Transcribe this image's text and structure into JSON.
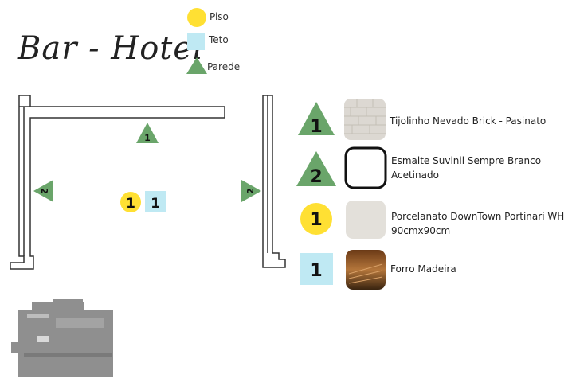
{
  "title": "Bar - Hotel",
  "legend": {
    "piso": "Piso",
    "teto": "Teto",
    "parede": "Parede"
  },
  "plan_markers": {
    "wall_top": "1",
    "wall_left": "2",
    "wall_right": "2",
    "floor": "1",
    "ceiling": "1"
  },
  "materials": [
    {
      "badge": "1",
      "kind": "parede",
      "label": "Tijolinho Nevado Brick - Pasinato"
    },
    {
      "badge": "2",
      "kind": "parede",
      "label": "Esmalte Suvinil Sempre Branco Acetinado"
    },
    {
      "badge": "1",
      "kind": "piso",
      "label": "Porcelanato DownTown Portinari WH 90cmx90cm"
    },
    {
      "badge": "1",
      "kind": "teto",
      "label": "Forro Madeira"
    }
  ],
  "colors": {
    "piso": "#ffe033",
    "teto": "#bfe9f3",
    "parede": "#6aa56a",
    "wall": "#333333",
    "key_plan": "#8f8f8f"
  }
}
